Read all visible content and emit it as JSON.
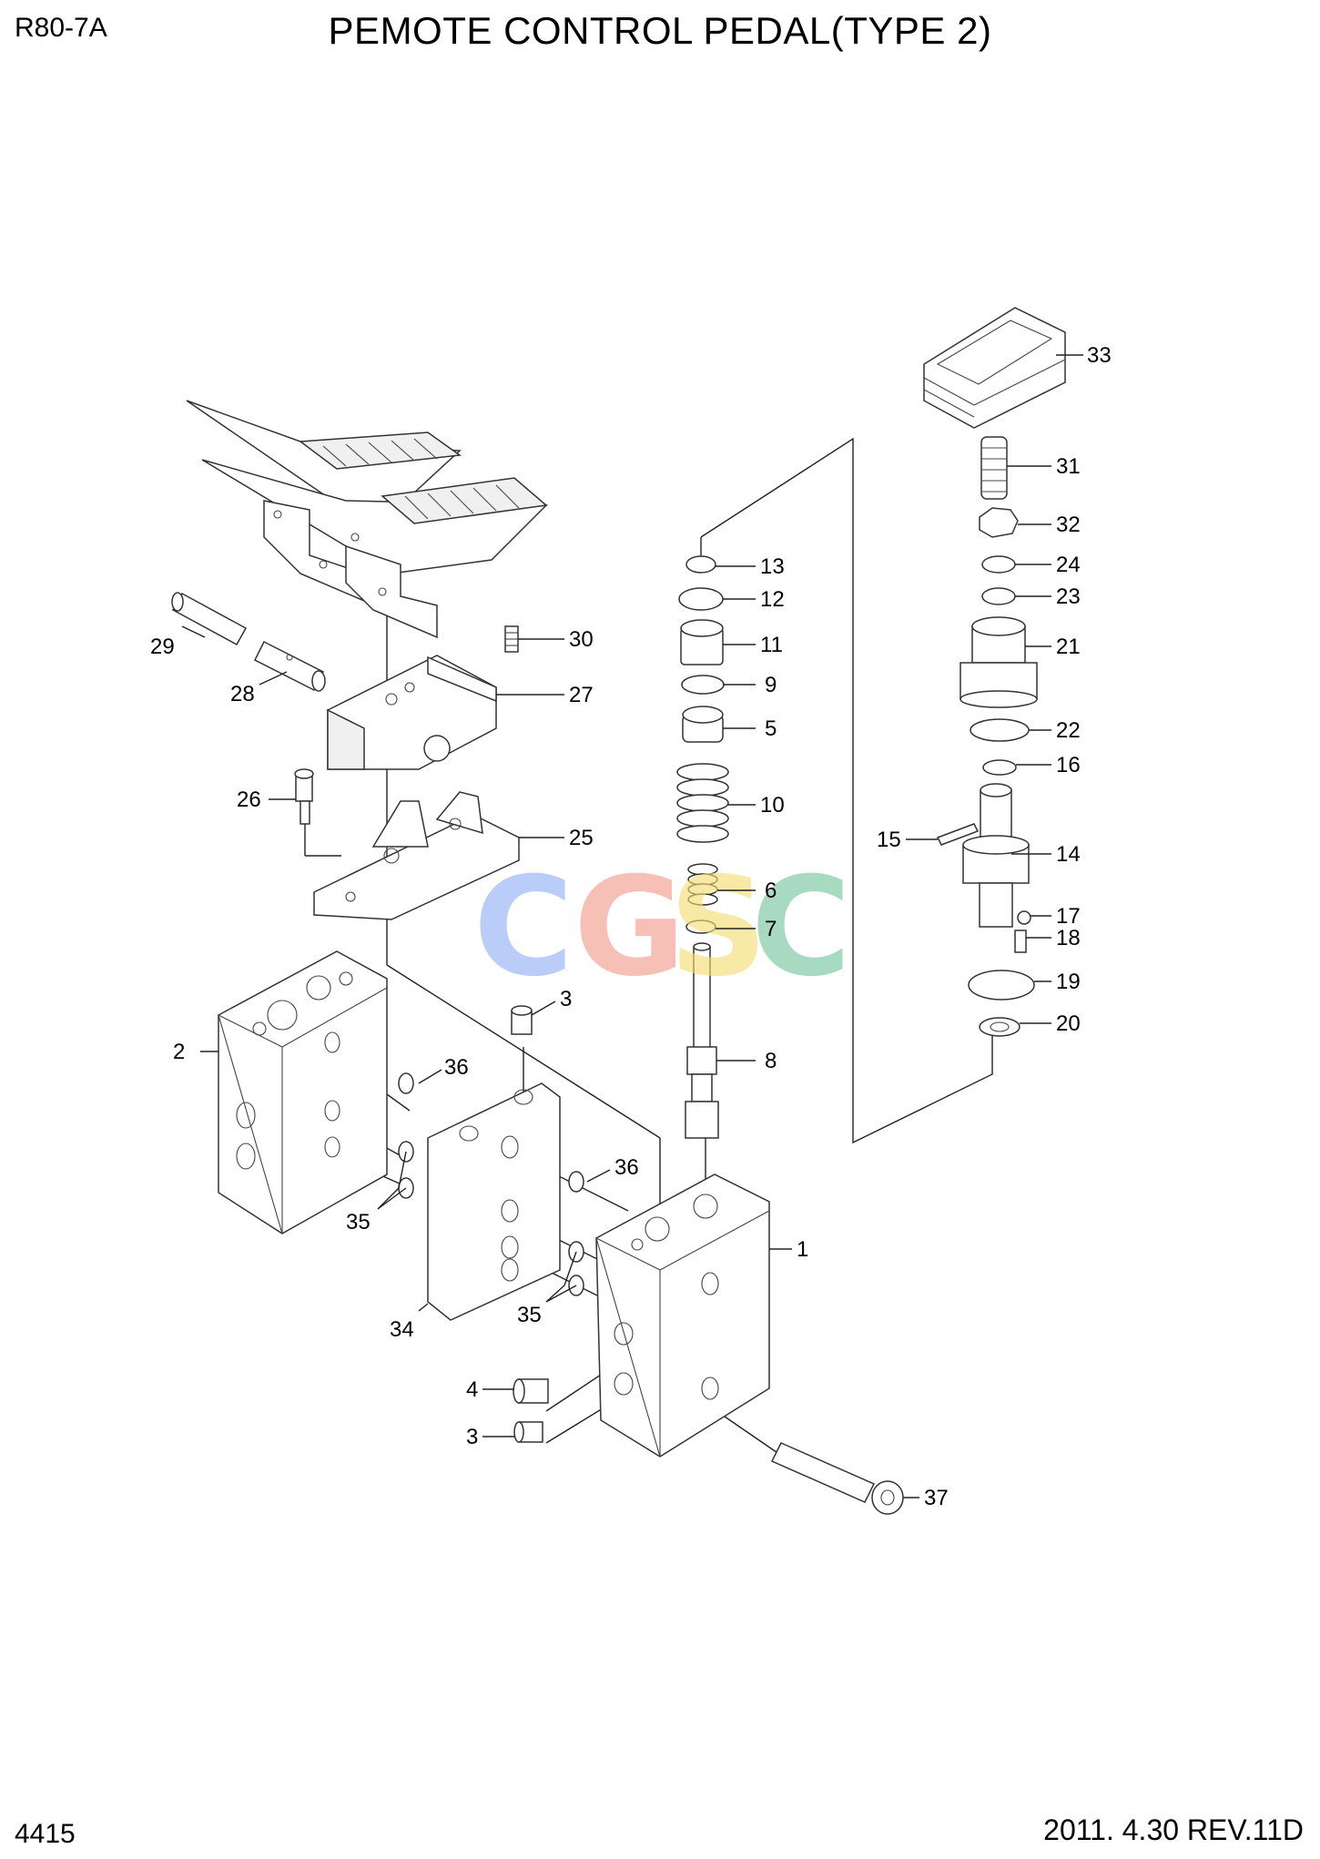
{
  "header": {
    "model": "R80-7A",
    "title": "PEMOTE CONTROL PEDAL(TYPE 2)"
  },
  "footer": {
    "page_number": "4415",
    "revision": "2011. 4.30  REV.11D"
  },
  "watermark": {
    "letters": [
      {
        "char": "C",
        "color": "#8fb0f5"
      },
      {
        "char": "G",
        "color": "#f29a8c"
      },
      {
        "char": "S",
        "color": "#f5dc70"
      },
      {
        "char": "C",
        "color": "#74c49c"
      }
    ]
  },
  "callouts": {
    "n1": "1",
    "n2": "2",
    "n3a": "3",
    "n3b": "3",
    "n4": "4",
    "n5": "5",
    "n6": "6",
    "n7": "7",
    "n8": "8",
    "n9": "9",
    "n10": "10",
    "n11": "11",
    "n12": "12",
    "n13": "13",
    "n14": "14",
    "n15": "15",
    "n16": "16",
    "n17": "17",
    "n18": "18",
    "n19": "19",
    "n20": "20",
    "n21": "21",
    "n22": "22",
    "n23": "23",
    "n24": "24",
    "n25": "25",
    "n26": "26",
    "n27": "27",
    "n28": "28",
    "n29": "29",
    "n30": "30",
    "n31": "31",
    "n32": "32",
    "n33": "33",
    "n34": "34",
    "n35a": "35",
    "n35b": "35",
    "n36a": "36",
    "n36b": "36",
    "n37": "37"
  }
}
